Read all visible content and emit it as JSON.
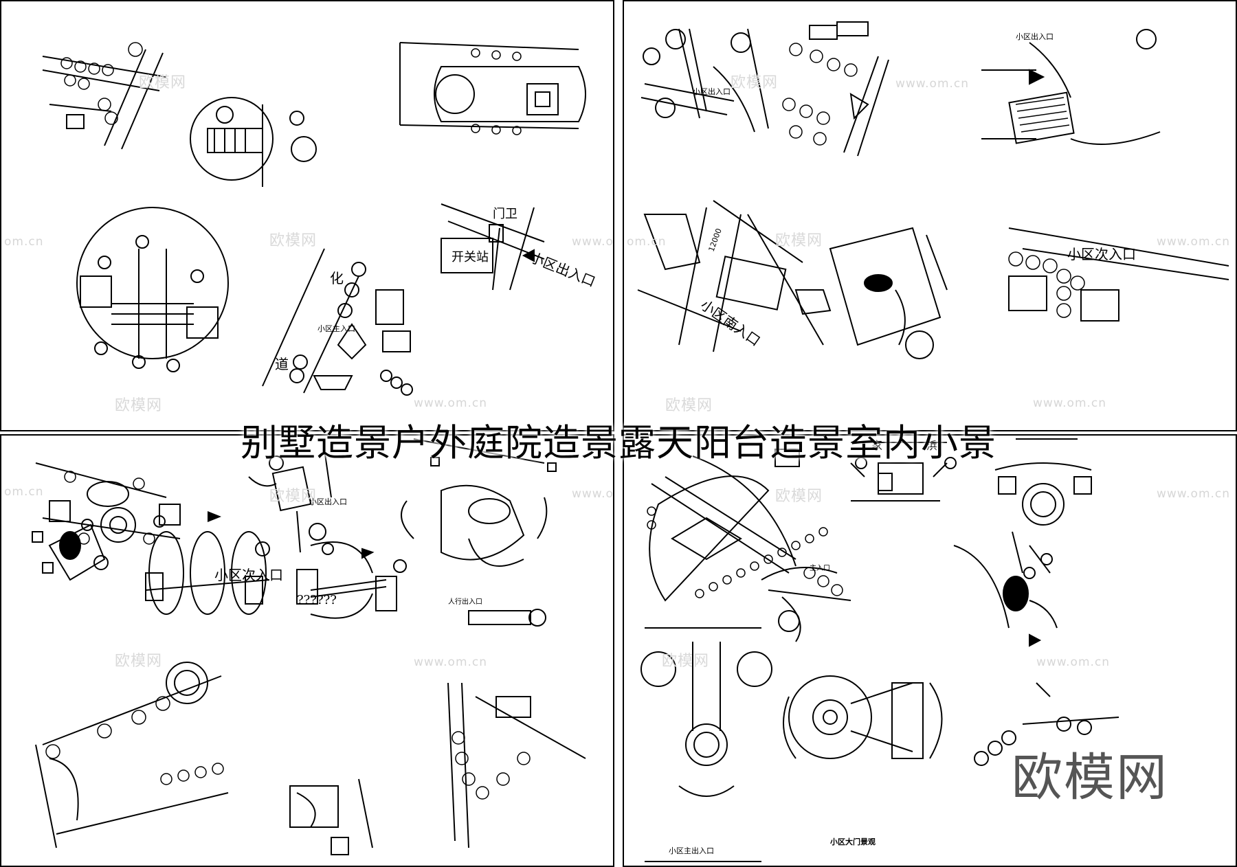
{
  "title": "别墅造景户外庭院造景露天阳台造景室内小景",
  "watermarks": {
    "brand": "欧模网",
    "url": "www.om.cn",
    "url_partial": "om.cn"
  },
  "labels": {
    "p1": {
      "kaiguanzhan": "开关站",
      "menwei": "门卫",
      "chukou": "小区出入口",
      "hua": "化",
      "dao": "道",
      "zhukou": "小区主入口"
    },
    "p2": {
      "chukou_a": "小区出入口",
      "chukou_b": "小区出入口",
      "nan": "小区南入口",
      "ci": "小区次入口",
      "dim": "12000"
    },
    "p3": {
      "chukou": "小区出入口",
      "ci": "小区次入口",
      "qmarks": "??????",
      "renliu": "人行出入口"
    },
    "p4": {
      "jia": "家",
      "bang": "浜",
      "zhuchukou": "小区主出入口",
      "damen": "小区大门景观",
      "zhurukou": "主入口"
    }
  },
  "colors": {
    "line": "#000000",
    "watermark": "#d9d9d9",
    "background": "#ffffff"
  }
}
